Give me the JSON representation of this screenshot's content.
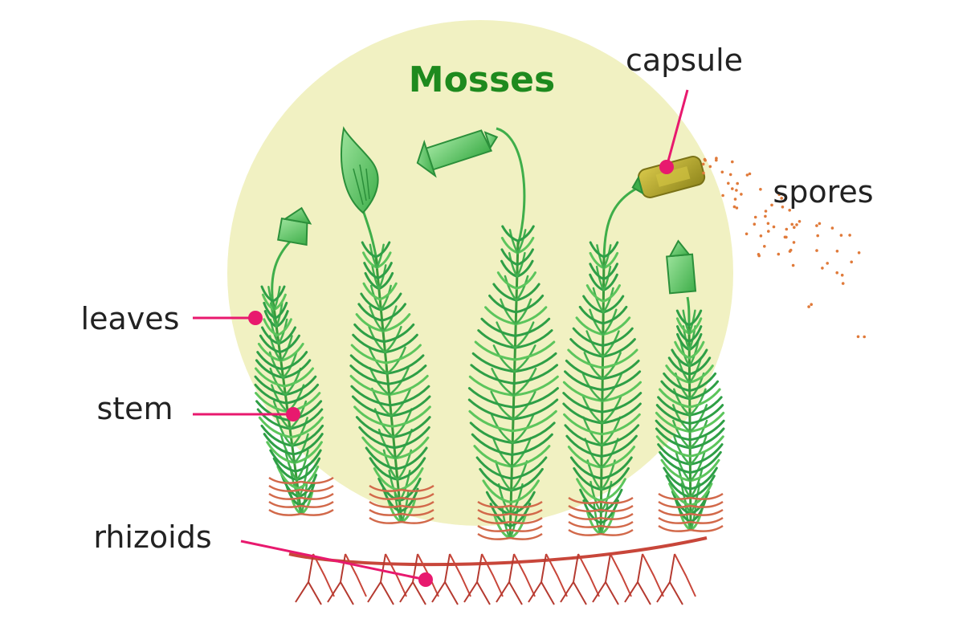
{
  "title": "Mosses",
  "labels": {
    "capsule": "capsule",
    "spores": "spores",
    "leaves": "leaves",
    "stem": "stem",
    "rhizoids": "rhizoids"
  },
  "colors": {
    "background_circle": "#f1f1c2",
    "title": "#1e8a1e",
    "pointer": "#e8196e",
    "leaf": "#2e9f46",
    "leaf_light": "#5cc55c",
    "rhizoid": "#c8463a",
    "capsule_green": "#64c864",
    "capsule_ripe": "#b3a82a",
    "spore": "#e07a3a",
    "label_text": "#222222"
  }
}
